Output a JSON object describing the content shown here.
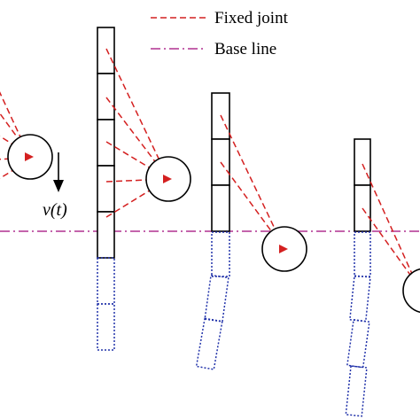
{
  "legend": {
    "fixed_joint_label": "Fixed joint",
    "base_line_label": "Base line"
  },
  "velocity_label": "v(t)",
  "colors": {
    "fixed_joint": "#d42020",
    "base_line": "#b03090",
    "submerged_segments": "#2233aa",
    "segments": "#000000"
  }
}
